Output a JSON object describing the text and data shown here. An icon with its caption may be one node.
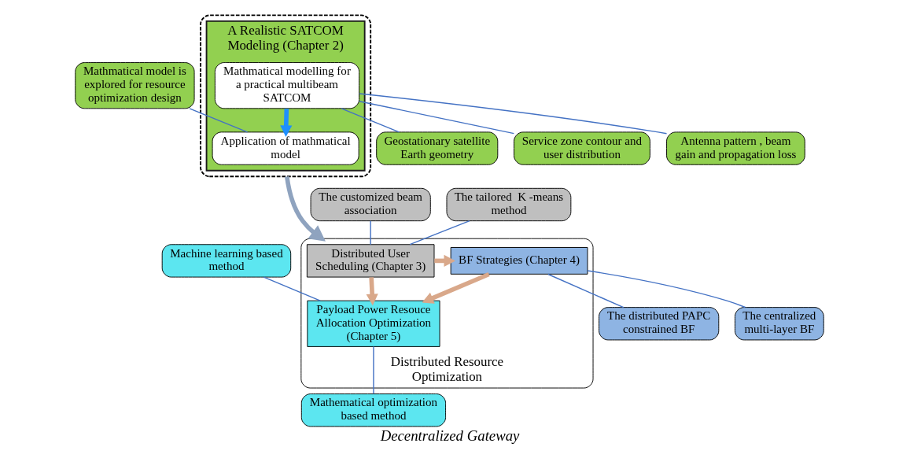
{
  "diagram": {
    "caption": "Decentralized Gateway",
    "nodes": [
      {
        "text": [],
        "shape": "box"
      },
      {
        "text": [
          "A Realistic SATCOM Modeling (Chapter 2)"
        ],
        "in": 0
      },
      {
        "text": [
          "Mathmatical modelling for a practical multibeam SATCOM"
        ],
        "in": 1
      },
      {
        "text": [
          "Application of mathmatical model"
        ],
        "in": 1
      },
      {
        "text": [
          "Geostationary satellite Earth geometry"
        ]
      },
      {
        "text": [
          "Service zone contour and user distribution"
        ]
      },
      {
        "text": [
          "Antenna pattern , beam gain and propagation loss"
        ]
      },
      {
        "text": [
          "Mathmatical model is explored for resource optimization design"
        ]
      },
      {
        "text": [
          "Distributed Resource Optimization"
        ]
      },
      {
        "text": [
          "Distributed User Scheduling (Chapter 3)"
        ],
        "in": 8
      },
      {
        "text": [
          "BF Strategies (Chapter 4)"
        ],
        "in": 8
      },
      {
        "text": [
          "Payload Power Resouce Allocation Optimization (Chapter 5)"
        ],
        "in": 8
      },
      {
        "text": [
          "The customized beam association"
        ]
      },
      {
        "text": [
          "The tailored  K -means method"
        ]
      },
      {
        "text": [
          "The distributed PAPC constrained BF"
        ]
      },
      {
        "text": [
          "The centralized multi-layer BF"
        ]
      },
      {
        "text": [
          "Machine learning based method"
        ]
      },
      {
        "text": [
          "Mathematical optimization based method"
        ]
      }
    ],
    "edges": [
      {
        "from": 2,
        "to": 3,
        "arrow": "to",
        "style": "thick",
        "color": "#1e90ff"
      },
      {
        "from": 2,
        "to": 4,
        "arrow": "none"
      },
      {
        "from": 2,
        "to": 5,
        "arrow": "none"
      },
      {
        "from": 2,
        "to": 6,
        "arrow": "none"
      },
      {
        "from": 7,
        "to": 3,
        "arrow": "none"
      },
      {
        "from": 0,
        "to": 8,
        "arrow": "to",
        "style": "thick",
        "color": "#8fa3bf"
      },
      {
        "from": 9,
        "to": 10,
        "arrow": "to",
        "style": "thick",
        "color": "#d9a88a"
      },
      {
        "from": 9,
        "to": 11,
        "arrow": "to",
        "style": "thick",
        "color": "#d9a88a"
      },
      {
        "from": 10,
        "to": 11,
        "arrow": "to",
        "style": "thick",
        "color": "#d9a88a"
      },
      {
        "from": 12,
        "to": 9,
        "arrow": "none"
      },
      {
        "from": 13,
        "to": 9,
        "arrow": "none"
      },
      {
        "from": 10,
        "to": 14,
        "arrow": "none"
      },
      {
        "from": 10,
        "to": 15,
        "arrow": "none"
      },
      {
        "from": 16,
        "to": 11,
        "arrow": "none"
      },
      {
        "from": 11,
        "to": 17,
        "arrow": "none"
      }
    ]
  }
}
